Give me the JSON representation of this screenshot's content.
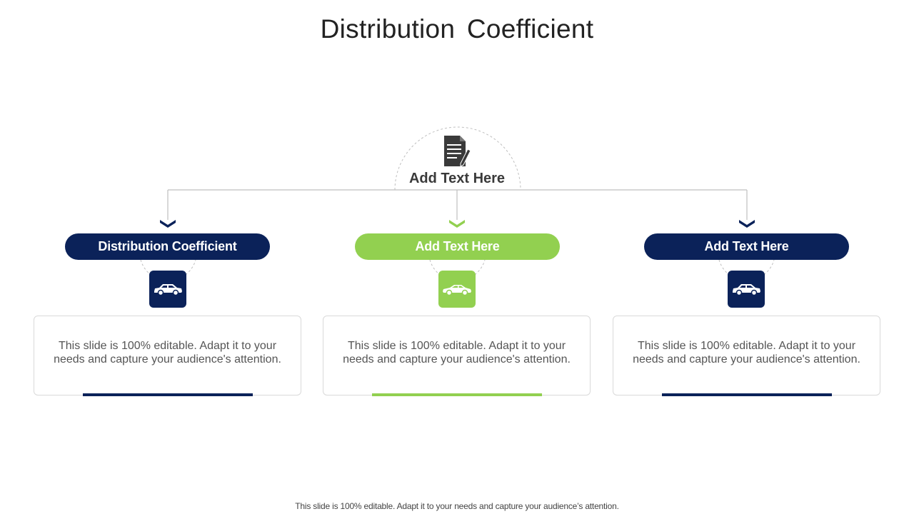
{
  "slide": {
    "title": "Distribution  Coefficient",
    "footer": "This slide is 100% editable. Adapt it to your needs and capture your audience’s attention."
  },
  "root": {
    "label": "Add Text Here",
    "icon": "document-pen-icon"
  },
  "branches": [
    {
      "label": "Distribution Coefficient",
      "icon": "car-icon",
      "color": "#0b2259",
      "description": "This slide is 100% editable. Adapt it to your needs and capture your audience's attention."
    },
    {
      "label": "Add Text Here",
      "icon": "car-icon",
      "color": "#92d050",
      "description": "This slide is 100% editable. Adapt it to your needs and capture your audience's attention."
    },
    {
      "label": "Add Text Here",
      "icon": "car-icon",
      "color": "#0b2259",
      "description": "This slide is 100% editable. Adapt it to your needs and capture your audience's attention."
    }
  ],
  "colors": {
    "navy": "#0b2259",
    "green": "#92d050",
    "connector": "#bfbfbf",
    "dashed_circle": "#bfbfbf"
  }
}
